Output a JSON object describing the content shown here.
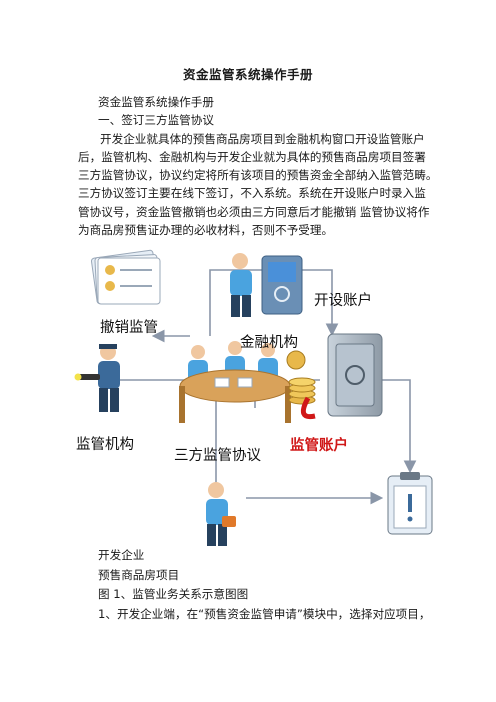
{
  "doc": {
    "title": "资金监管系统操作手册",
    "intro": "资金监管系统操作手册",
    "section1": "一、签订三方监管协议",
    "para_lines": [
      "开发企业就具体的预售商品房项目到金融机构窗口开设监管账户",
      "后，监管机构、金融机构与开发企业就为具体的预售商品房项目签署",
      "三方监管协议，协议约定将所有该项目的预售资金全部纳入监管范畴。",
      "三方协议签订主要在线下签订，不入系统。系统在开设账户时录入监",
      "管协议号，资金监管撤销也必须由三方同意后才能撤销 监管协议将作",
      "为商品房预售证办理的必收材料，否则不予受理。"
    ]
  },
  "diagram": {
    "labels": {
      "cancel": "撤销监管",
      "open_account": "开设账户",
      "bank": "金融机构",
      "regulator": "监管机构",
      "agreement": "三方监管协议",
      "account": "监管账户"
    },
    "colors": {
      "arrow": "#8a96a8",
      "accent_red": "#d01818",
      "screen_blue": "#4a90d9"
    }
  },
  "after": {
    "lines": [
      "开发企业",
      "预售商品房项目",
      "图 1、监管业务关系示意图图",
      "1、开发企业端，在“预售资金监管申请”模块中，选择对应项目，"
    ]
  }
}
